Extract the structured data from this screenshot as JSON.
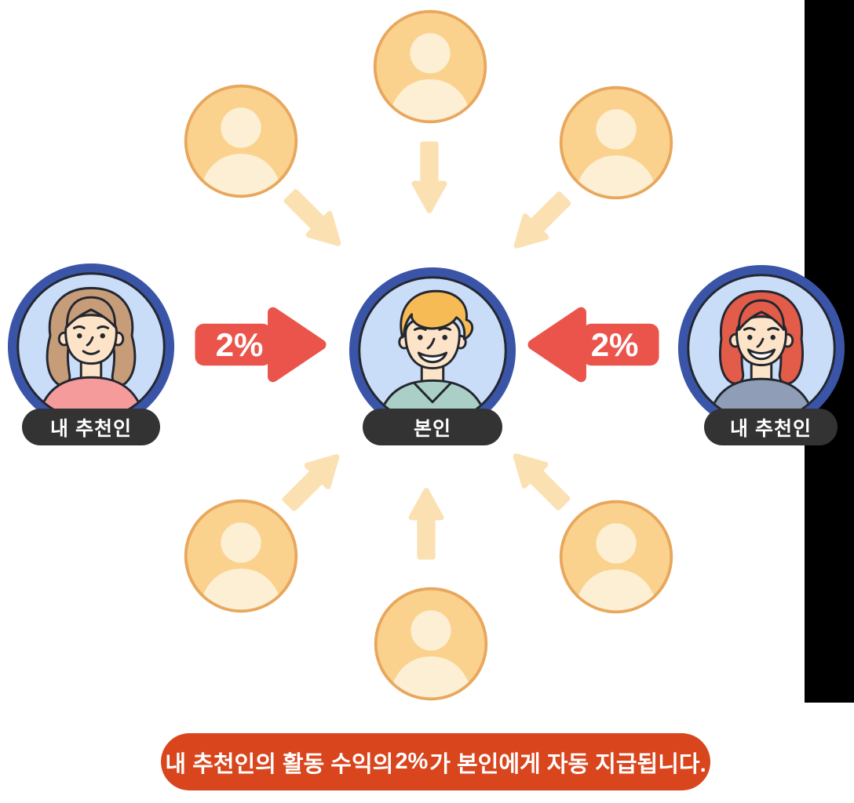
{
  "diagram": {
    "self": {
      "label": "본인"
    },
    "referrer_left": {
      "label": "내 추천인",
      "rate": "2%"
    },
    "referrer_right": {
      "label": "내 추천인",
      "rate": "2%"
    }
  },
  "banner": {
    "text_before": "내 추천인의 활동 수익의 ",
    "highlight": "2%",
    "text_after": "가 본인에게 자동 지급됩니다."
  },
  "icons": {
    "member": "person-silhouette-icon",
    "inflow_arrow": "arrow-toward-center-icon",
    "rate_arrow": "rate-arrow-icon"
  },
  "colors": {
    "background": "#FFFFFF",
    "accent_red": "#EA544B",
    "banner_orange": "#D9451C",
    "pill_dark": "#333333",
    "ring_blue": "#3A55A7",
    "inner_bg": "#C9DCF8",
    "member_fill": "#FAD28E",
    "member_border": "#E8A75C",
    "member_silhouette": "#FCEFD3",
    "arrow_light": "#FBE0B2",
    "bar_black": "#000000",
    "skin": "#FDE4C8",
    "outline": "#23272F",
    "hair_self": "#F6BB55",
    "shirt_self": "#A9CFC6",
    "hair_referrer_left": "#C69C79",
    "shirt_referrer_left": "#F69B9B",
    "hair_referrer_right": "#E25C49",
    "shirt_referrer_right": "#8F9DB6",
    "text_white": "#FFFFFF"
  }
}
